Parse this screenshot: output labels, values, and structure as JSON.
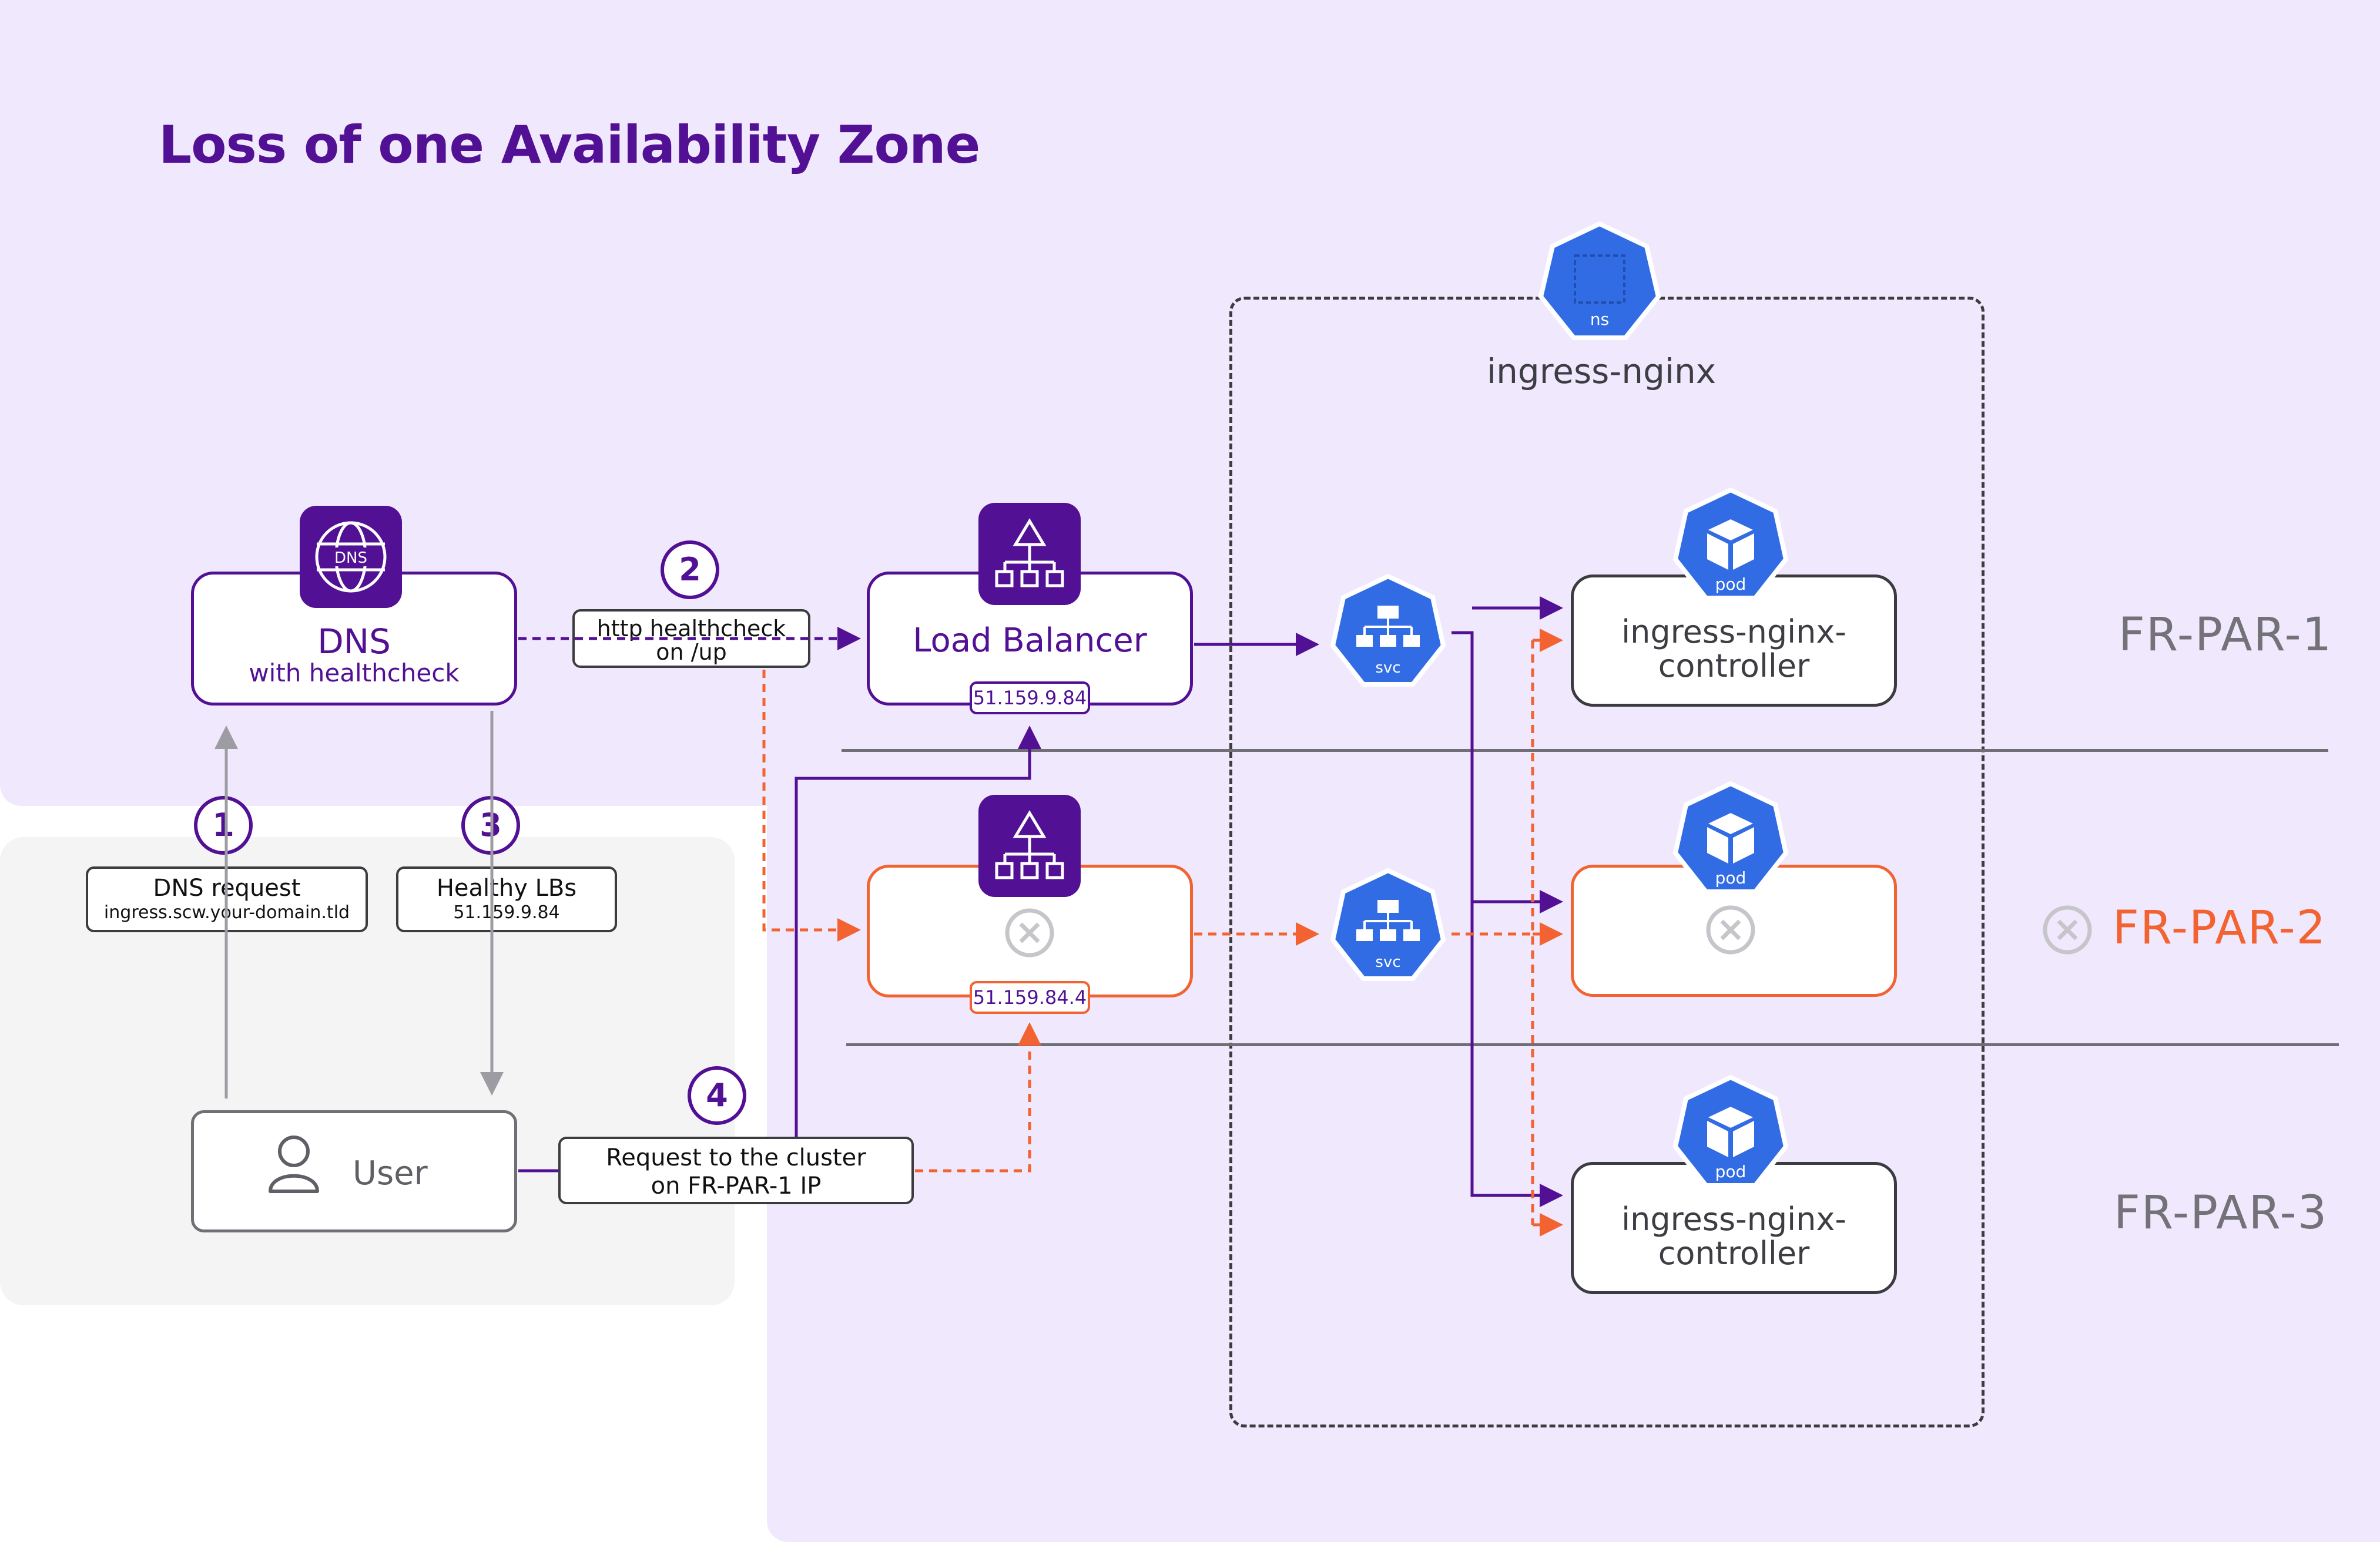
{
  "title": "Loss of one Availability Zone",
  "namespace": {
    "label": "ingress-nginx",
    "icon_text": "ns"
  },
  "dns": {
    "icon_text": "DNS",
    "title": "DNS",
    "subtitle": "with healthcheck"
  },
  "healthcheck": {
    "line1": "http healthcheck",
    "line2": "on /up"
  },
  "load_balancer": {
    "title": "Load Balancer",
    "ip_par1": "51.159.9.84",
    "ip_par2": "51.159.84.4"
  },
  "dns_request": {
    "line1": "DNS request",
    "line2": "ingress.scw.your-domain.tld"
  },
  "healthy_lbs": {
    "line1": "Healthy LBs",
    "line2": "51.159.9.84"
  },
  "user": {
    "label": "User"
  },
  "cluster_request": {
    "line1": "Request to the cluster",
    "line2": "on FR-PAR-1 IP"
  },
  "steps": [
    "1",
    "2",
    "3",
    "4"
  ],
  "svc_icon_text": "svc",
  "pod_icon_text": "pod",
  "controller": {
    "line1": "ingress-nginx-",
    "line2": "controller"
  },
  "zones": [
    "FR-PAR-1",
    "FR-PAR-2",
    "FR-PAR-3"
  ],
  "colors": {
    "purple": "#521094",
    "orange": "#f26331",
    "k8s_blue": "#326ce5",
    "background": "#f0e8fc"
  },
  "icons": [
    "globe-icon",
    "load-balancer-icon",
    "user-icon",
    "k8s-namespace-icon",
    "k8s-service-icon",
    "k8s-pod-icon",
    "failed-x-icon"
  ]
}
